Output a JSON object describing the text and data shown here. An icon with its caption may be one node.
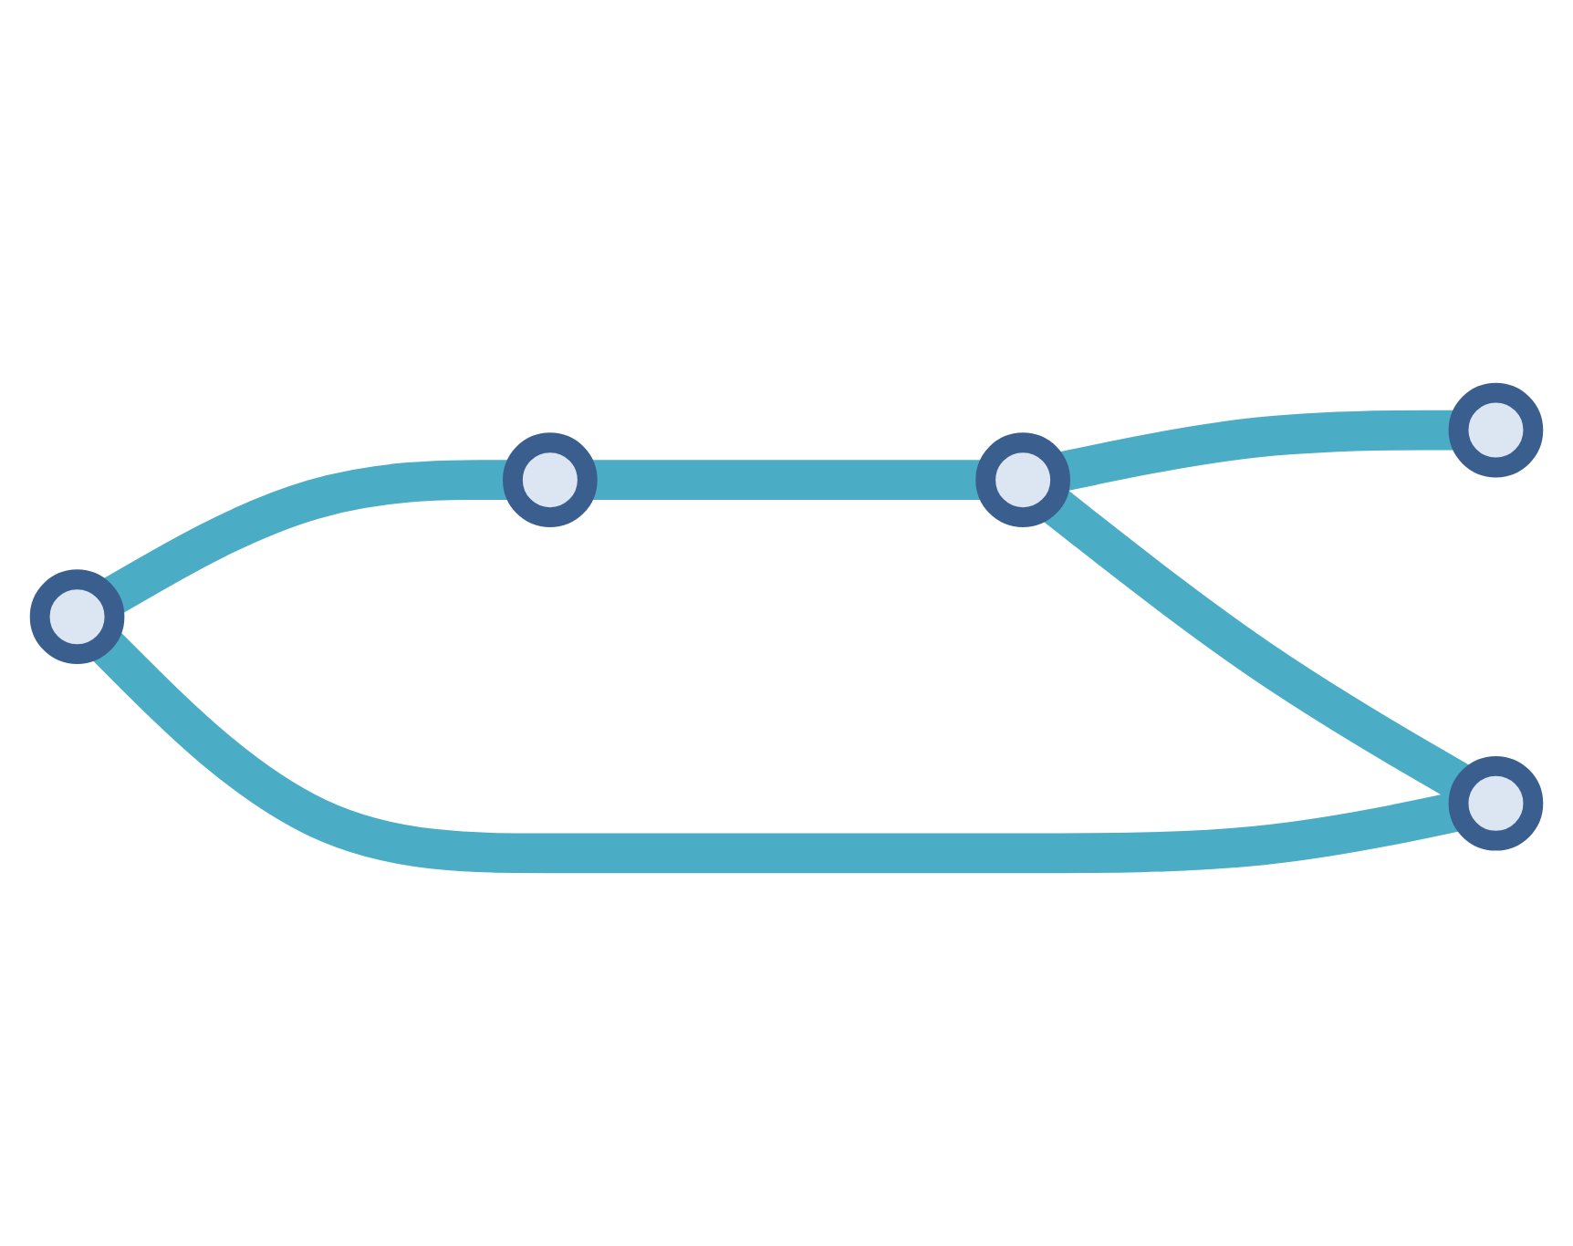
{
  "diagram": {
    "nodes": [
      {
        "text": [],
        "shape": "circle"
      },
      {
        "text": [],
        "shape": "circle"
      },
      {
        "text": [],
        "shape": "circle"
      },
      {
        "text": [],
        "shape": "circle"
      },
      {
        "text": [],
        "shape": "circle"
      }
    ],
    "edges": [
      {
        "from": 0,
        "to": 1,
        "arrow": "none"
      },
      {
        "from": 0,
        "to": 4,
        "arrow": "none"
      },
      {
        "from": 1,
        "to": 2,
        "arrow": "none"
      },
      {
        "from": 2,
        "to": 3,
        "arrow": "none"
      },
      {
        "from": 2,
        "to": 4,
        "arrow": "none"
      }
    ]
  }
}
